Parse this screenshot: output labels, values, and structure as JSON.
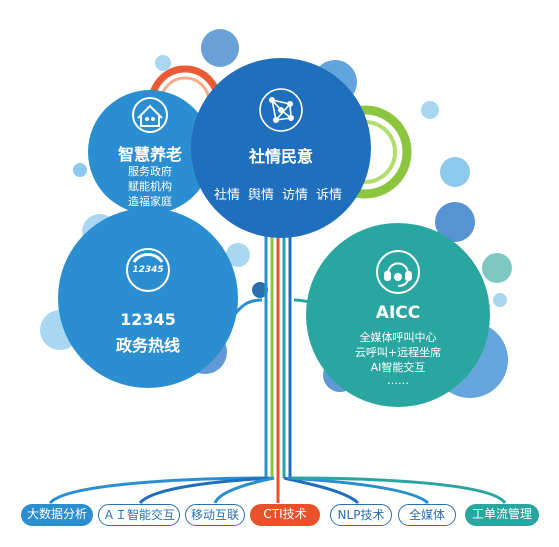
{
  "nodes": {
    "elderly": {
      "title": "智慧养老",
      "lines": [
        "服务政府",
        "赋能机构",
        "造福家庭"
      ]
    },
    "social": {
      "title": "社情民意",
      "tags": [
        "社情",
        "舆情",
        "访情",
        "诉情"
      ]
    },
    "hotline": {
      "badge": "12345",
      "title": [
        "12345",
        "政务热线"
      ]
    },
    "aicc": {
      "title": "AICC",
      "lines": [
        "全媒体呼叫中心",
        "云呼叫+远程坐席",
        "AI智能交互",
        "……"
      ]
    }
  },
  "pills": [
    {
      "label": "大数据分析",
      "style": "solid",
      "color": "#2a8ed0"
    },
    {
      "label": "ＡＩ智能交互",
      "style": "outline",
      "color": "#2a6fb0"
    },
    {
      "label": "移动互联",
      "style": "outline",
      "color": "#2a6fb0"
    },
    {
      "label": "CTI技术",
      "style": "solid",
      "color": "#e8512a"
    },
    {
      "label": "NLP技术",
      "style": "outline",
      "color": "#2a6fb0"
    },
    {
      "label": "全媒体",
      "style": "outline",
      "color": "#2a6fb0"
    },
    {
      "label": "工单流管理",
      "style": "solid",
      "color": "#2aa6a0"
    }
  ],
  "colors": {
    "elderly": "#2a8ed0",
    "social": "#1f6fbd",
    "hotline": "#2a8ed0",
    "aicc": "#2aa6a0",
    "accent_orange": "#e8512a",
    "accent_green": "#8cc63e"
  }
}
